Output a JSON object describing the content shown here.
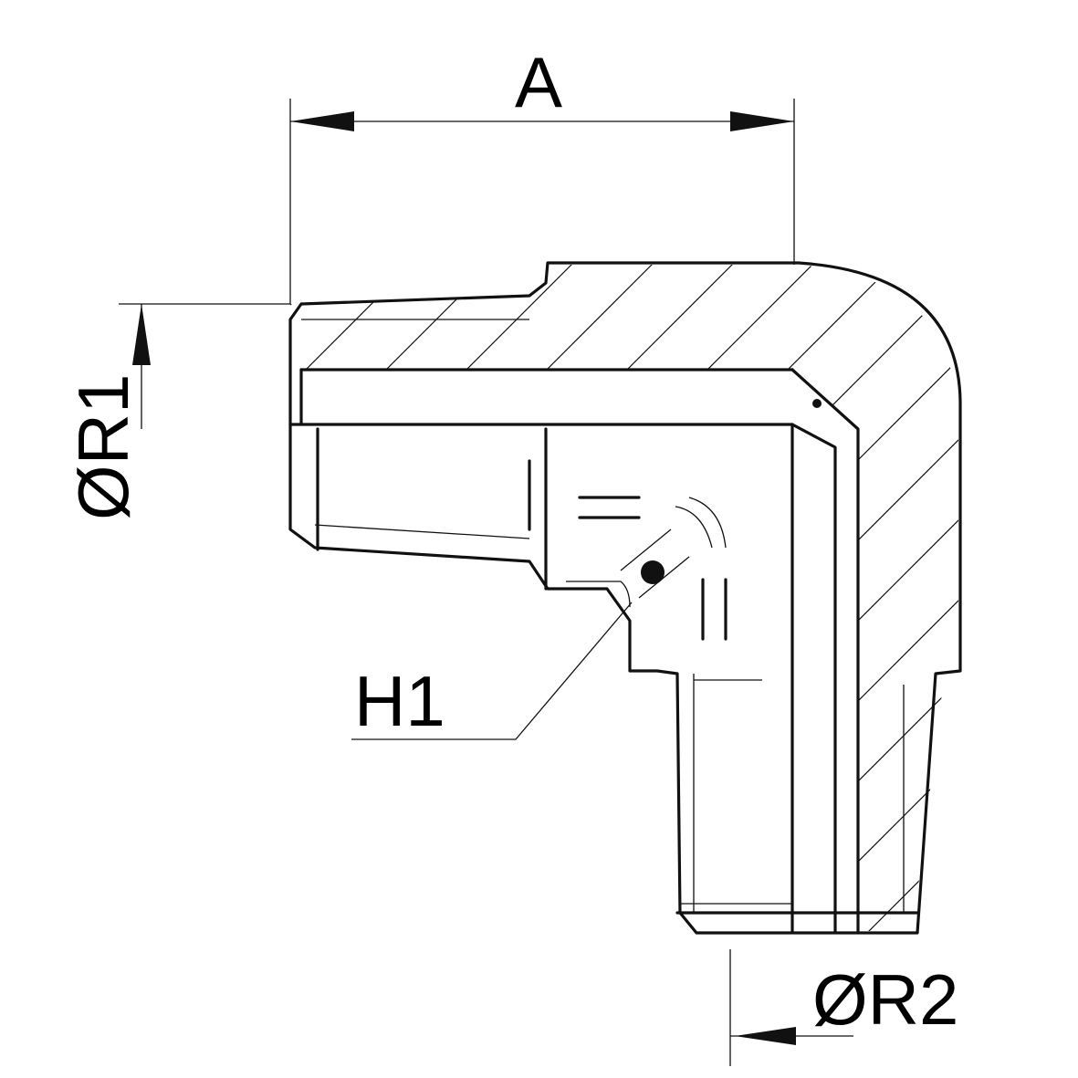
{
  "labels": {
    "dim_a": "A",
    "dim_r1": "ØR1",
    "dim_h1": "H1",
    "dim_r2": "ØR2"
  },
  "colors": {
    "line": "#111111",
    "background": "#ffffff"
  }
}
